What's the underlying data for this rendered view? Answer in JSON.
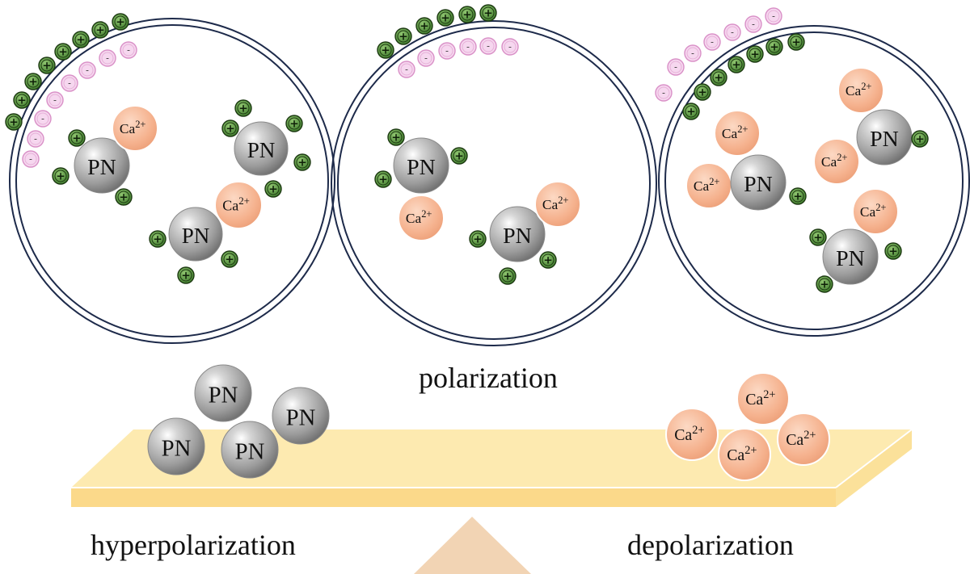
{
  "labels": {
    "polarization": "polarization",
    "hyperpolarization": "hyperpolarization",
    "depolarization": "depolarization"
  },
  "particles": {
    "pn": "PN",
    "calcium_base": "Ca",
    "calcium_charge": "2+",
    "positive": "+",
    "negative": "-"
  },
  "colors": {
    "pn_fill": "#a7a7a7",
    "calcium_fill": "#f6b694",
    "positive_fill": "#4e8a3a",
    "negative_fill": "#f6d7ef",
    "beam": "#fde9ac",
    "fulcrum": "#f2d4b4",
    "membrane": "#1d2a4a"
  }
}
